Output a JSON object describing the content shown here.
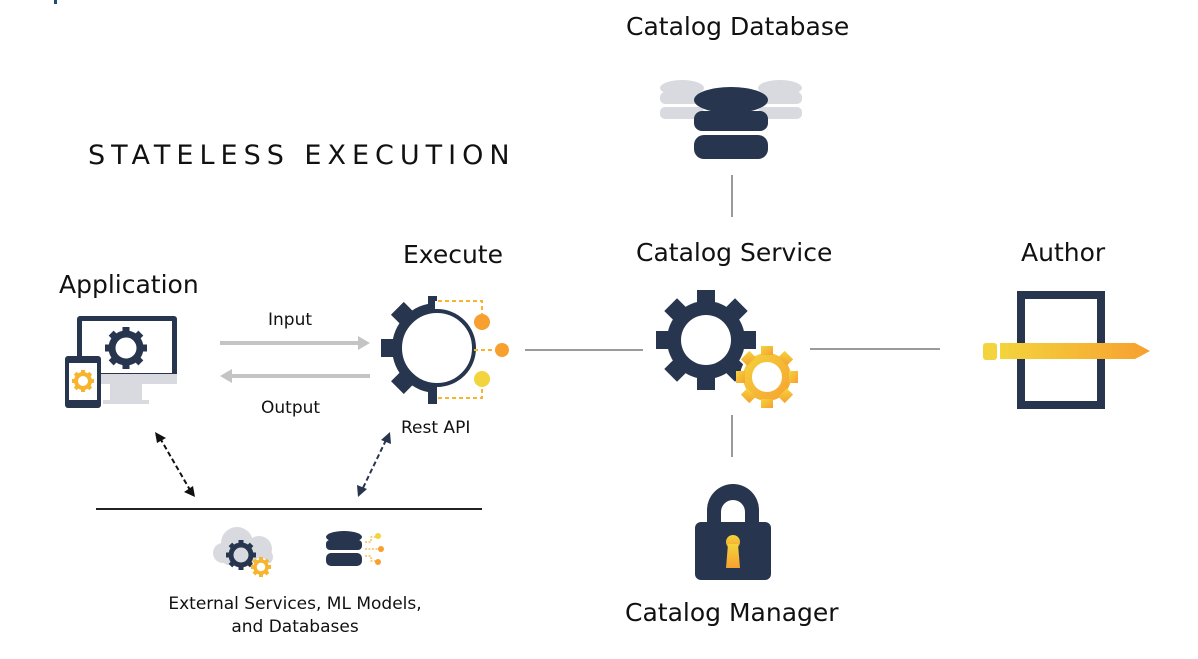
{
  "diagram": {
    "title": "STATELESS EXECUTION",
    "colors": {
      "navy": "#27354f",
      "gold": "#f6b52d",
      "yellow": "#f3d43c",
      "orange": "#f7a030",
      "light_gray": "#d8dadf",
      "arrow_gray": "#c4c4c4",
      "line_gray": "#9a9a9a"
    },
    "nodes": {
      "application": {
        "label": "Application",
        "icon": "devices-gear-icon"
      },
      "execute": {
        "label": "Execute",
        "sublabel": "Rest API",
        "icon": "gear-api-icon"
      },
      "catalog_database": {
        "label": "Catalog Database",
        "icon": "database-stack-icon"
      },
      "catalog_service": {
        "label": "Catalog Service",
        "icon": "double-gear-icon"
      },
      "author": {
        "label": "Author",
        "icon": "document-pencil-icon"
      },
      "catalog_manager": {
        "label": "Catalog Manager",
        "icon": "padlock-icon"
      },
      "external": {
        "label_line1": "External Services, ML Models,",
        "label_line2": "and Databases",
        "icons": [
          "cloud-gear-icon",
          "database-connections-icon"
        ]
      }
    },
    "edges": {
      "input": "Input",
      "output": "Output"
    }
  }
}
